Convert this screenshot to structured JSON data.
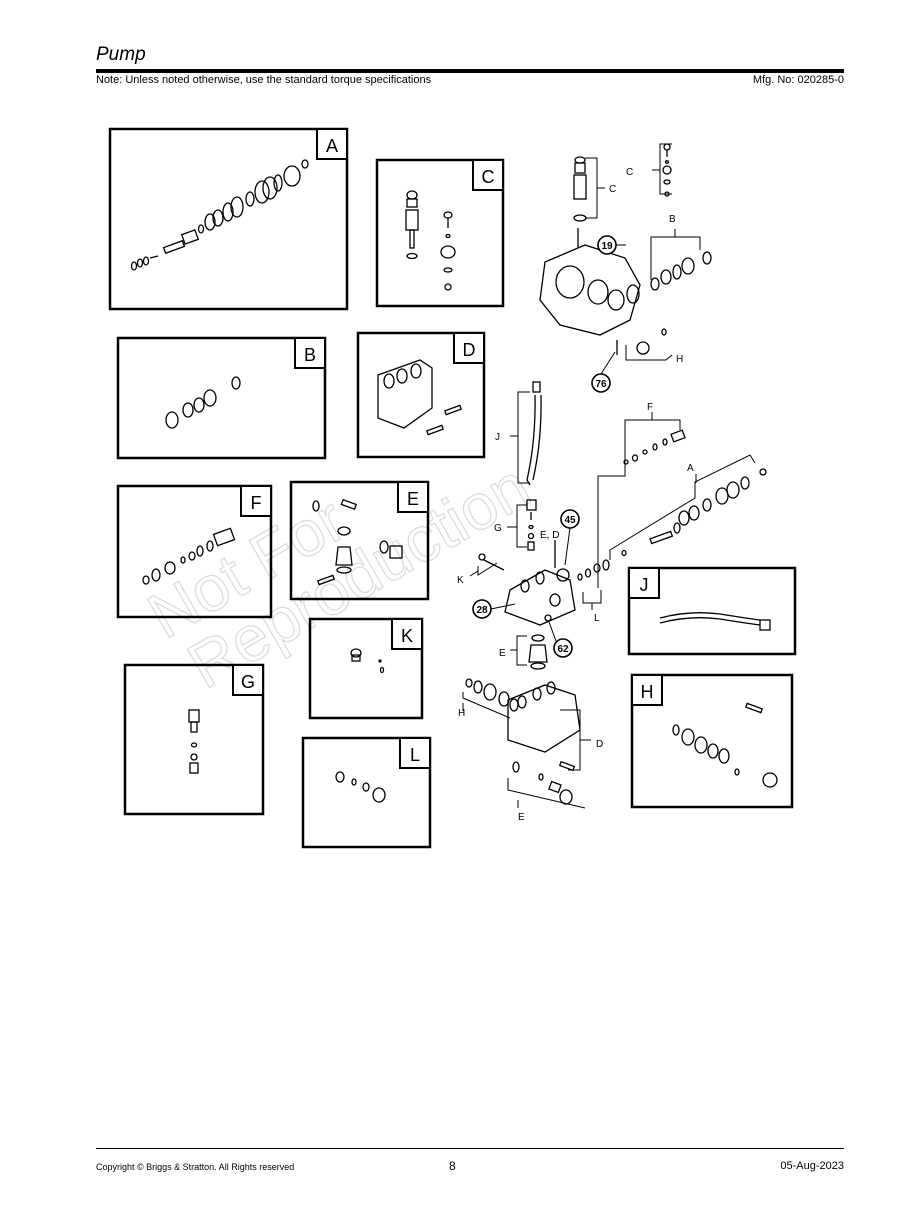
{
  "header": {
    "title": "Pump",
    "note": "Note: Unless noted otherwise, use the standard torque specifications",
    "mfg": "Mfg. No: 020285-0"
  },
  "watermark": {
    "line1": "Not For",
    "line2": "Reproduction"
  },
  "detail_boxes": [
    "A",
    "B",
    "C",
    "D",
    "E",
    "F",
    "G",
    "H",
    "J",
    "K",
    "L"
  ],
  "callouts": {
    "c19": "19",
    "c76": "76",
    "c45": "45",
    "c28": "28",
    "c62": "62"
  },
  "leaders": {
    "C1": "C",
    "C2": "C",
    "B": "B",
    "H1": "H",
    "F": "F",
    "A": "A",
    "J": "J",
    "G": "G",
    "ED": "E, D",
    "K": "K",
    "L": "L",
    "E1": "E",
    "H2": "H",
    "D": "D",
    "E2": "E"
  },
  "footer": {
    "copyright": "Copyright ©  Briggs & Stratton. All Rights reserved",
    "page": "8",
    "date": "05-Aug-2023"
  }
}
